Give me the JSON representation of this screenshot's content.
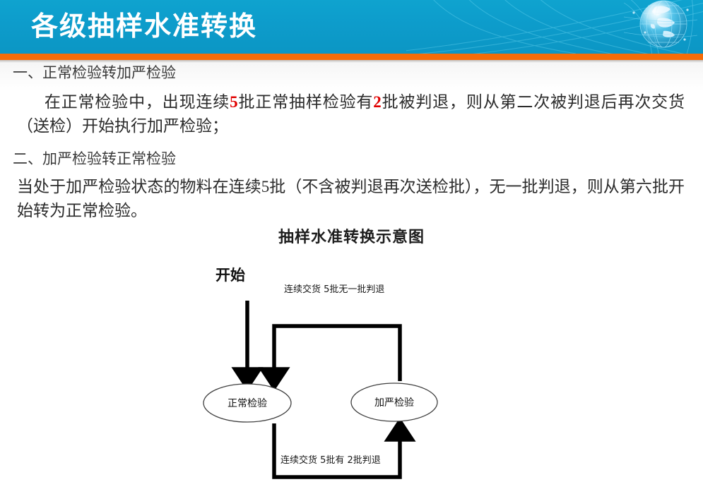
{
  "header": {
    "title": "各级抽样水准转换",
    "accent_blue": "#0d9ccb",
    "accent_orange": "#f56c08",
    "globe_icon": "globe-icon"
  },
  "content": {
    "section1": {
      "heading": "一、正常检验转加严检验",
      "paragraph_parts": [
        {
          "text": "在正常检验中，出现连续",
          "highlight": false
        },
        {
          "text": "5",
          "highlight": true
        },
        {
          "text": "批正常抽样检验有",
          "highlight": false
        },
        {
          "text": "2",
          "highlight": true
        },
        {
          "text": "批被判退，则从第二次被判退后再次交货（送检）开始执行加严检验；",
          "highlight": false
        }
      ]
    },
    "section2": {
      "heading": "二、加严检验转正常检验",
      "paragraph": "当处于加严检验状态的物料在连续5批（不含被判退再次送检批），无一批判退，则从第六批开始转为正常检验。"
    }
  },
  "diagram": {
    "title": "抽样水准转换示意图",
    "start_label": "开始",
    "top_edge_label": "连续交货 5批无一批判退",
    "bottom_edge_label": "连续交货 5批有 2批判退",
    "nodes": [
      {
        "id": "normal",
        "label": "正常检验"
      },
      {
        "id": "tightened",
        "label": "加严检验"
      }
    ],
    "line_color": "#000000",
    "node_stroke": "#3f3f3f"
  }
}
